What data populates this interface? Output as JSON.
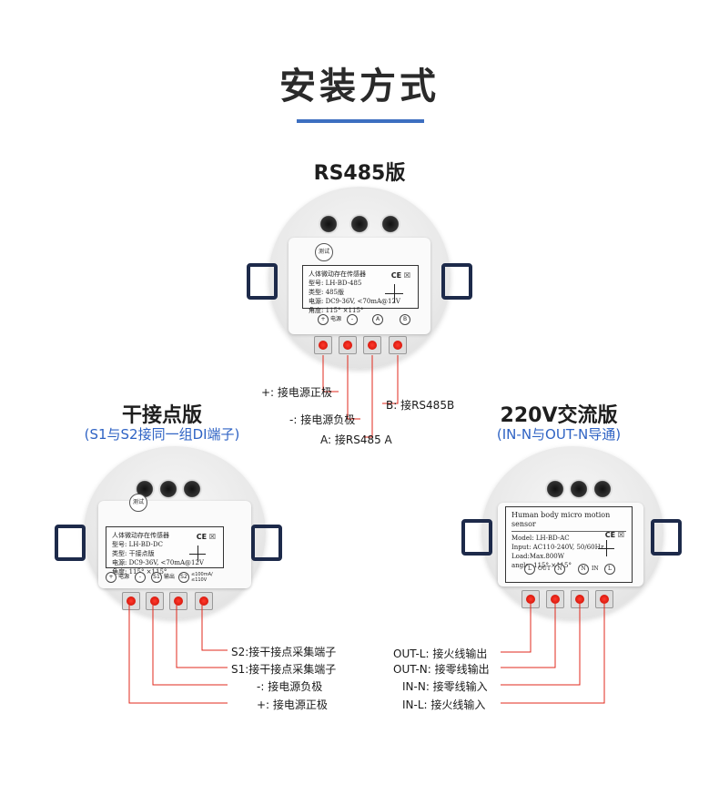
{
  "page_title": "安装方式",
  "sections": {
    "rs485": {
      "title": "RS485版",
      "label": {
        "button": "测试",
        "heading": "人体微动存在传感器",
        "lines": [
          "型号: LH-BD-485",
          "类型: 485版",
          "电源: DC9-36V, <70mA@12V",
          "角度: 115° ×115°"
        ],
        "terminals": [
          "+",
          "-",
          "A",
          "B"
        ],
        "power_text": "电源"
      },
      "annotations": [
        "+: 接电源正极",
        "-: 接电源负极",
        "A: 接RS485 A",
        "B: 接RS485B"
      ]
    },
    "dry": {
      "title": "干接点版",
      "subtitle": "(S1与S2接同一组DI端子)",
      "label": {
        "button": "测试",
        "heading": "人体微动存在传感器",
        "lines": [
          "型号: LH-BD-DC",
          "类型: 干接点版",
          "电源: DC9-36V, <70mA@12V",
          "角度: 115° ×115°"
        ],
        "terminals": [
          "+",
          "-",
          "S1",
          "S2"
        ],
        "power_text": "电源",
        "output_text": "输出",
        "rating": "≤100mA/≤110V"
      },
      "annotations": [
        "S2:接干接点采集端子",
        "S1:接干接点采集端子",
        "-: 接电源负极",
        "+: 接电源正极"
      ]
    },
    "ac220": {
      "title": "220V交流版",
      "subtitle": "(IN-N与OUT-N导通)",
      "label": {
        "heading": "Human body micro motion sensor",
        "lines": [
          "Model: LH-BD-AC",
          "Input: AC110-240V, 50/60Hz",
          "Load:Max.800W",
          "angle: 115° ×115°"
        ],
        "terminals": [
          "L",
          "N",
          "N",
          "L"
        ],
        "out_text": "OUT",
        "in_text": "IN"
      },
      "annotations": [
        "OUT-L: 接火线输出",
        "OUT-N: 接零线输出",
        "IN-N: 接零线输入",
        "IN-L: 接火线输入"
      ]
    }
  },
  "colors": {
    "accent": "#3d6fc0",
    "subtitle": "#2f63c4",
    "line": "#e0281c"
  }
}
